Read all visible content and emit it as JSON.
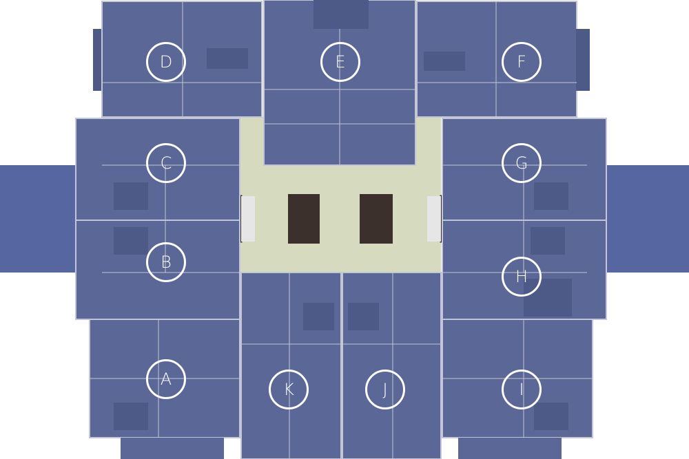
{
  "floor_plan": {
    "colors": {
      "background": "#ffffff",
      "unit_fill": "#5b6797",
      "unit_fill_dark": "#4d5986",
      "corridor": "#d6dbbf",
      "stair": "#e6e6e6",
      "elevator_core": "#3b302c",
      "walkway": "#5566a0",
      "walls": "#c3c6d6",
      "badge_stroke": "#ffffff"
    },
    "units": [
      {
        "id": "A",
        "label": "A"
      },
      {
        "id": "B",
        "label": "B"
      },
      {
        "id": "C",
        "label": "C"
      },
      {
        "id": "D",
        "label": "D"
      },
      {
        "id": "E",
        "label": "E"
      },
      {
        "id": "F",
        "label": "F"
      },
      {
        "id": "G",
        "label": "G"
      },
      {
        "id": "H",
        "label": "H"
      },
      {
        "id": "I",
        "label": "I"
      },
      {
        "id": "J",
        "label": "J"
      },
      {
        "id": "K",
        "label": "K"
      }
    ]
  }
}
